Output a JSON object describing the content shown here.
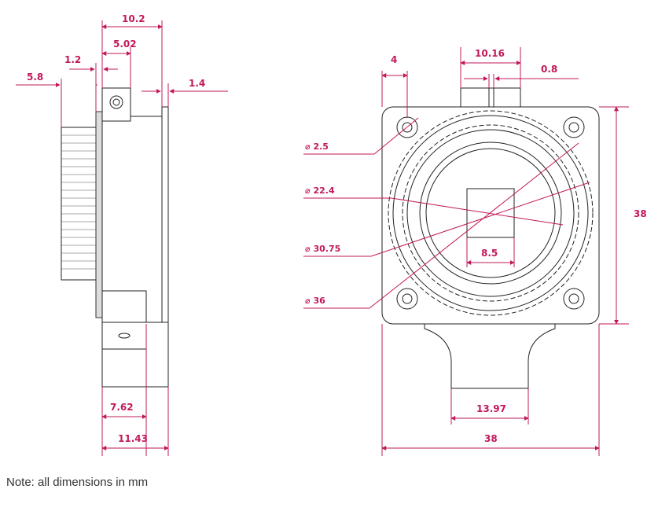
{
  "colors": {
    "dimension": "#c2185b",
    "outline": "#222222",
    "fill": "#ffffff"
  },
  "side_view": {
    "dim_10_2": "10.2",
    "dim_5_02": "5.02",
    "dim_1_2": "1.2",
    "dim_5_8": "5.8",
    "dim_1_4": "1.4",
    "dim_7_62": "7.62",
    "dim_11_43": "11.43"
  },
  "front_view": {
    "dim_4": "4",
    "dim_10_16": "10.16",
    "dim_0_8": "0.8",
    "dim_dia_2_5": "⌀ 2.5",
    "dim_dia_22_4": "⌀ 22.4",
    "dim_dia_30_75": "⌀ 30.75",
    "dim_dia_36": "⌀ 36",
    "dim_8_5": "8.5",
    "dim_height_38": "38",
    "dim_13_97": "13.97",
    "dim_width_38": "38"
  },
  "note": "Note: all dimensions in mm"
}
